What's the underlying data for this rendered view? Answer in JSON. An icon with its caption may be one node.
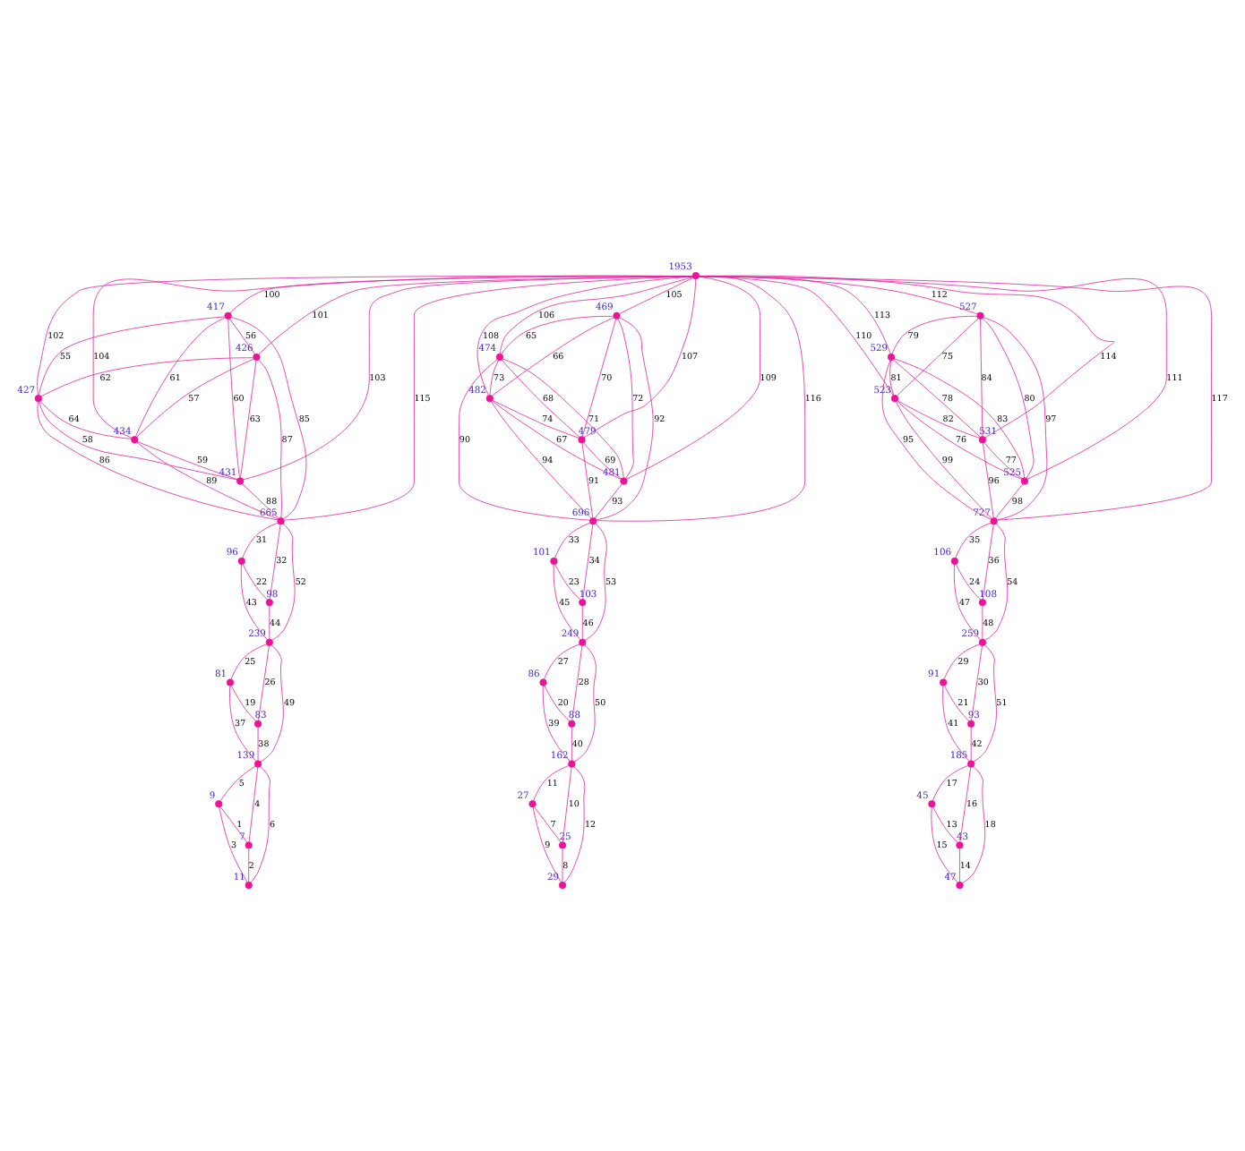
{
  "diagram": {
    "nodes": [
      {
        "text": [],
        "shape": "circle",
        "beside": [
          "1953"
        ]
      },
      {
        "text": [],
        "shape": "circle",
        "beside": [
          "417"
        ]
      },
      {
        "text": [],
        "shape": "circle",
        "beside": [
          "426"
        ]
      },
      {
        "text": [],
        "shape": "circle",
        "beside": [
          "427"
        ]
      },
      {
        "text": [],
        "shape": "circle",
        "beside": [
          "434"
        ]
      },
      {
        "text": [],
        "shape": "circle",
        "beside": [
          "431"
        ]
      },
      {
        "text": [],
        "shape": "circle",
        "beside": [
          "665"
        ]
      },
      {
        "text": [],
        "shape": "circle",
        "beside": [
          "474"
        ]
      },
      {
        "text": [],
        "shape": "circle",
        "beside": [
          "469"
        ]
      },
      {
        "text": [],
        "shape": "circle",
        "beside": [
          "482"
        ]
      },
      {
        "text": [],
        "shape": "circle",
        "beside": [
          "479"
        ]
      },
      {
        "text": [],
        "shape": "circle",
        "beside": [
          "481"
        ]
      },
      {
        "text": [],
        "shape": "circle",
        "beside": [
          "696"
        ]
      },
      {
        "text": [],
        "shape": "circle",
        "beside": [
          "529"
        ]
      },
      {
        "text": [],
        "shape": "circle",
        "beside": [
          "527"
        ]
      },
      {
        "text": [],
        "shape": "circle",
        "beside": [
          "523"
        ]
      },
      {
        "text": [],
        "shape": "circle",
        "beside": [
          "531"
        ]
      },
      {
        "text": [],
        "shape": "circle",
        "beside": [
          "525"
        ]
      },
      {
        "text": [],
        "shape": "circle",
        "beside": [
          "727"
        ]
      },
      {
        "text": [],
        "shape": "circle",
        "beside": [
          "96"
        ]
      },
      {
        "text": [],
        "shape": "circle",
        "beside": [
          "98"
        ]
      },
      {
        "text": [],
        "shape": "circle",
        "beside": [
          "239"
        ]
      },
      {
        "text": [],
        "shape": "circle",
        "beside": [
          "81"
        ]
      },
      {
        "text": [],
        "shape": "circle",
        "beside": [
          "83"
        ]
      },
      {
        "text": [],
        "shape": "circle",
        "beside": [
          "139"
        ]
      },
      {
        "text": [],
        "shape": "circle",
        "beside": [
          "9"
        ]
      },
      {
        "text": [],
        "shape": "circle",
        "beside": [
          "7"
        ]
      },
      {
        "text": [],
        "shape": "circle",
        "beside": [
          "11"
        ]
      },
      {
        "text": [],
        "shape": "circle",
        "beside": [
          "101"
        ]
      },
      {
        "text": [],
        "shape": "circle",
        "beside": [
          "103"
        ]
      },
      {
        "text": [],
        "shape": "circle",
        "beside": [
          "249"
        ]
      },
      {
        "text": [],
        "shape": "circle",
        "beside": [
          "86"
        ]
      },
      {
        "text": [],
        "shape": "circle",
        "beside": [
          "88"
        ]
      },
      {
        "text": [],
        "shape": "circle",
        "beside": [
          "162"
        ]
      },
      {
        "text": [],
        "shape": "circle",
        "beside": [
          "27"
        ]
      },
      {
        "text": [],
        "shape": "circle",
        "beside": [
          "25"
        ]
      },
      {
        "text": [],
        "shape": "circle",
        "beside": [
          "29"
        ]
      },
      {
        "text": [],
        "shape": "circle",
        "beside": [
          "106"
        ]
      },
      {
        "text": [],
        "shape": "circle",
        "beside": [
          "108"
        ]
      },
      {
        "text": [],
        "shape": "circle",
        "beside": [
          "259"
        ]
      },
      {
        "text": [],
        "shape": "circle",
        "beside": [
          "91"
        ]
      },
      {
        "text": [],
        "shape": "circle",
        "beside": [
          "93"
        ]
      },
      {
        "text": [],
        "shape": "circle",
        "beside": [
          "185"
        ]
      },
      {
        "text": [],
        "shape": "circle",
        "beside": [
          "45"
        ]
      },
      {
        "text": [],
        "shape": "circle",
        "beside": [
          "43"
        ]
      },
      {
        "text": [],
        "shape": "circle",
        "beside": [
          "47"
        ]
      }
    ],
    "edges": [
      {
        "from": 25,
        "to": 26,
        "arrow": "none",
        "label": "1"
      },
      {
        "from": 26,
        "to": 27,
        "arrow": "none",
        "label": "2"
      },
      {
        "from": 25,
        "to": 27,
        "arrow": "none",
        "label": "3"
      },
      {
        "from": 24,
        "to": 26,
        "arrow": "none",
        "label": "4"
      },
      {
        "from": 24,
        "to": 25,
        "arrow": "none",
        "label": "5"
      },
      {
        "from": 24,
        "to": 27,
        "arrow": "none",
        "label": "6"
      },
      {
        "from": 34,
        "to": 35,
        "arrow": "none",
        "label": "7"
      },
      {
        "from": 35,
        "to": 36,
        "arrow": "none",
        "label": "8"
      },
      {
        "from": 34,
        "to": 36,
        "arrow": "none",
        "label": "9"
      },
      {
        "from": 33,
        "to": 35,
        "arrow": "none",
        "label": "10"
      },
      {
        "from": 33,
        "to": 34,
        "arrow": "none",
        "label": "11"
      },
      {
        "from": 33,
        "to": 36,
        "arrow": "none",
        "label": "12"
      },
      {
        "from": 43,
        "to": 44,
        "arrow": "none",
        "label": "13"
      },
      {
        "from": 44,
        "to": 45,
        "arrow": "none",
        "label": "14"
      },
      {
        "from": 43,
        "to": 45,
        "arrow": "none",
        "label": "15"
      },
      {
        "from": 42,
        "to": 44,
        "arrow": "none",
        "label": "16"
      },
      {
        "from": 42,
        "to": 43,
        "arrow": "none",
        "label": "17"
      },
      {
        "from": 42,
        "to": 45,
        "arrow": "none",
        "label": "18"
      },
      {
        "from": 22,
        "to": 23,
        "arrow": "none",
        "label": "19"
      },
      {
        "from": 31,
        "to": 32,
        "arrow": "none",
        "label": "20"
      },
      {
        "from": 40,
        "to": 41,
        "arrow": "none",
        "label": "21"
      },
      {
        "from": 19,
        "to": 20,
        "arrow": "none",
        "label": "22"
      },
      {
        "from": 28,
        "to": 29,
        "arrow": "none",
        "label": "23"
      },
      {
        "from": 37,
        "to": 38,
        "arrow": "none",
        "label": "24"
      },
      {
        "from": 21,
        "to": 22,
        "arrow": "none",
        "label": "25"
      },
      {
        "from": 21,
        "to": 23,
        "arrow": "none",
        "label": "26"
      },
      {
        "from": 30,
        "to": 31,
        "arrow": "none",
        "label": "27"
      },
      {
        "from": 30,
        "to": 32,
        "arrow": "none",
        "label": "28"
      },
      {
        "from": 39,
        "to": 40,
        "arrow": "none",
        "label": "29"
      },
      {
        "from": 39,
        "to": 41,
        "arrow": "none",
        "label": "30"
      },
      {
        "from": 6,
        "to": 19,
        "arrow": "none",
        "label": "31"
      },
      {
        "from": 6,
        "to": 20,
        "arrow": "none",
        "label": "32"
      },
      {
        "from": 12,
        "to": 28,
        "arrow": "none",
        "label": "33"
      },
      {
        "from": 12,
        "to": 29,
        "arrow": "none",
        "label": "34"
      },
      {
        "from": 18,
        "to": 37,
        "arrow": "none",
        "label": "35"
      },
      {
        "from": 18,
        "to": 38,
        "arrow": "none",
        "label": "36"
      },
      {
        "from": 22,
        "to": 24,
        "arrow": "none",
        "label": "37"
      },
      {
        "from": 23,
        "to": 24,
        "arrow": "none",
        "label": "38"
      },
      {
        "from": 31,
        "to": 33,
        "arrow": "none",
        "label": "39"
      },
      {
        "from": 32,
        "to": 33,
        "arrow": "none",
        "label": "40"
      },
      {
        "from": 40,
        "to": 42,
        "arrow": "none",
        "label": "41"
      },
      {
        "from": 41,
        "to": 42,
        "arrow": "none",
        "label": "42"
      },
      {
        "from": 19,
        "to": 21,
        "arrow": "none",
        "label": "43"
      },
      {
        "from": 20,
        "to": 21,
        "arrow": "none",
        "label": "44"
      },
      {
        "from": 28,
        "to": 30,
        "arrow": "none",
        "label": "45"
      },
      {
        "from": 29,
        "to": 30,
        "arrow": "none",
        "label": "46"
      },
      {
        "from": 37,
        "to": 39,
        "arrow": "none",
        "label": "47"
      },
      {
        "from": 38,
        "to": 39,
        "arrow": "none",
        "label": "48"
      },
      {
        "from": 21,
        "to": 24,
        "arrow": "none",
        "label": "49"
      },
      {
        "from": 30,
        "to": 33,
        "arrow": "none",
        "label": "50"
      },
      {
        "from": 39,
        "to": 42,
        "arrow": "none",
        "label": "51"
      },
      {
        "from": 6,
        "to": 21,
        "arrow": "none",
        "label": "52"
      },
      {
        "from": 12,
        "to": 30,
        "arrow": "none",
        "label": "53"
      },
      {
        "from": 18,
        "to": 39,
        "arrow": "none",
        "label": "54"
      },
      {
        "from": 1,
        "to": 3,
        "arrow": "none",
        "label": "55"
      },
      {
        "from": 1,
        "to": 2,
        "arrow": "none",
        "label": "56"
      },
      {
        "from": 2,
        "to": 4,
        "arrow": "none",
        "label": "57"
      },
      {
        "from": 3,
        "to": 5,
        "arrow": "none",
        "label": "58"
      },
      {
        "from": 4,
        "to": 5,
        "arrow": "none",
        "label": "59"
      },
      {
        "from": 1,
        "to": 5,
        "arrow": "none",
        "label": "60"
      },
      {
        "from": 1,
        "to": 4,
        "arrow": "none",
        "label": "61"
      },
      {
        "from": 2,
        "to": 3,
        "arrow": "none",
        "label": "62"
      },
      {
        "from": 2,
        "to": 5,
        "arrow": "none",
        "label": "63"
      },
      {
        "from": 3,
        "to": 4,
        "arrow": "none",
        "label": "64"
      },
      {
        "from": 8,
        "to": 7,
        "arrow": "none",
        "label": "65"
      },
      {
        "from": 8,
        "to": 9,
        "arrow": "none",
        "label": "66"
      },
      {
        "from": 9,
        "to": 11,
        "arrow": "none",
        "label": "67"
      },
      {
        "from": 7,
        "to": 10,
        "arrow": "none",
        "label": "68"
      },
      {
        "from": 10,
        "to": 11,
        "arrow": "none",
        "label": "69"
      },
      {
        "from": 8,
        "to": 10,
        "arrow": "none",
        "label": "70"
      },
      {
        "from": 7,
        "to": 11,
        "arrow": "none",
        "label": "71"
      },
      {
        "from": 8,
        "to": 11,
        "arrow": "none",
        "label": "72"
      },
      {
        "from": 7,
        "to": 9,
        "arrow": "none",
        "label": "73"
      },
      {
        "from": 9,
        "to": 10,
        "arrow": "none",
        "label": "74"
      },
      {
        "from": 14,
        "to": 15,
        "arrow": "none",
        "label": "75"
      },
      {
        "from": 15,
        "to": 17,
        "arrow": "none",
        "label": "76"
      },
      {
        "from": 16,
        "to": 17,
        "arrow": "none",
        "label": "77"
      },
      {
        "from": 13,
        "to": 16,
        "arrow": "none",
        "label": "78"
      },
      {
        "from": 14,
        "to": 13,
        "arrow": "none",
        "label": "79"
      },
      {
        "from": 14,
        "to": 17,
        "arrow": "none",
        "label": "80"
      },
      {
        "from": 13,
        "to": 15,
        "arrow": "none",
        "label": "81"
      },
      {
        "from": 15,
        "to": 16,
        "arrow": "none",
        "label": "82"
      },
      {
        "from": 13,
        "to": 17,
        "arrow": "none",
        "label": "83"
      },
      {
        "from": 14,
        "to": 16,
        "arrow": "none",
        "label": "84"
      },
      {
        "from": 1,
        "to": 6,
        "arrow": "none",
        "label": "85"
      },
      {
        "from": 3,
        "to": 6,
        "arrow": "none",
        "label": "86"
      },
      {
        "from": 2,
        "to": 6,
        "arrow": "none",
        "label": "87"
      },
      {
        "from": 5,
        "to": 6,
        "arrow": "none",
        "label": "88"
      },
      {
        "from": 4,
        "to": 6,
        "arrow": "none",
        "label": "89"
      },
      {
        "from": 7,
        "to": 12,
        "arrow": "none",
        "label": "90"
      },
      {
        "from": 10,
        "to": 12,
        "arrow": "none",
        "label": "91"
      },
      {
        "from": 8,
        "to": 12,
        "arrow": "none",
        "label": "92"
      },
      {
        "from": 11,
        "to": 12,
        "arrow": "none",
        "label": "93"
      },
      {
        "from": 9,
        "to": 12,
        "arrow": "none",
        "label": "94"
      },
      {
        "from": 13,
        "to": 18,
        "arrow": "none",
        "label": "95"
      },
      {
        "from": 16,
        "to": 18,
        "arrow": "none",
        "label": "96"
      },
      {
        "from": 14,
        "to": 18,
        "arrow": "none",
        "label": "97"
      },
      {
        "from": 17,
        "to": 18,
        "arrow": "none",
        "label": "98"
      },
      {
        "from": 15,
        "to": 18,
        "arrow": "none",
        "label": "99"
      },
      {
        "from": 0,
        "to": 1,
        "arrow": "none",
        "label": "100"
      },
      {
        "from": 0,
        "to": 2,
        "arrow": "none",
        "label": "101"
      },
      {
        "from": 0,
        "to": 3,
        "arrow": "none",
        "label": "102"
      },
      {
        "from": 0,
        "to": 5,
        "arrow": "none",
        "label": "103"
      },
      {
        "from": 0,
        "to": 4,
        "arrow": "none",
        "label": "104"
      },
      {
        "from": 0,
        "to": 8,
        "arrow": "none",
        "label": "105"
      },
      {
        "from": 0,
        "to": 7,
        "arrow": "none",
        "label": "106"
      },
      {
        "from": 0,
        "to": 10,
        "arrow": "none",
        "label": "107"
      },
      {
        "from": 0,
        "to": 9,
        "arrow": "none",
        "label": "108"
      },
      {
        "from": 0,
        "to": 11,
        "arrow": "none",
        "label": "109"
      },
      {
        "from": 0,
        "to": 15,
        "arrow": "none",
        "label": "110"
      },
      {
        "from": 0,
        "to": 17,
        "arrow": "none",
        "label": "111"
      },
      {
        "from": 0,
        "to": 14,
        "arrow": "none",
        "label": "112"
      },
      {
        "from": 0,
        "to": 13,
        "arrow": "none",
        "label": "113"
      },
      {
        "from": 0,
        "to": 16,
        "arrow": "none",
        "label": "114"
      },
      {
        "from": 0,
        "to": 6,
        "arrow": "none",
        "label": "115"
      },
      {
        "from": 0,
        "to": 12,
        "arrow": "none",
        "label": "116"
      },
      {
        "from": 0,
        "to": 18,
        "arrow": "none",
        "label": "117"
      }
    ]
  }
}
